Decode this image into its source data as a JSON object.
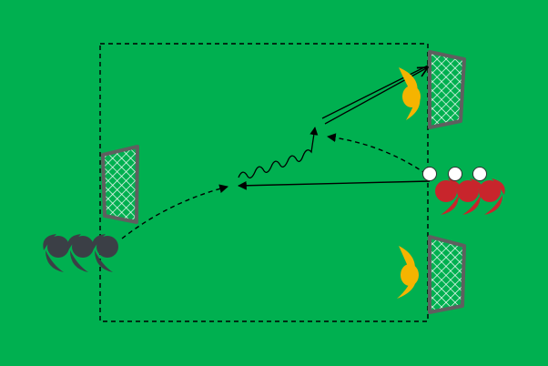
{
  "colors": {
    "pitch": "#00b050",
    "line": "#000000",
    "goal_frame": "#5f5f5f",
    "goal_net": "#ffffff",
    "team_dark": "#3b3f46",
    "team_red": "#c8252c",
    "goalkeeper": "#f5b400",
    "ball": "#ffffff"
  },
  "diagram": {
    "type": "soccer drill",
    "goals": [
      {
        "name": "goal-top-right"
      },
      {
        "name": "goal-bottom-right"
      },
      {
        "name": "goal-left"
      }
    ],
    "players": [
      {
        "team": "dark",
        "count": 3,
        "icon": "player-icon"
      },
      {
        "team": "red",
        "count": 3,
        "icon": "player-icon",
        "with_ball": true
      },
      {
        "team": "goalkeeper",
        "count": 2,
        "icon": "goalkeeper-icon"
      }
    ],
    "arrows": [
      {
        "name": "pass-arrow",
        "style": "solid"
      },
      {
        "name": "run-arrow",
        "style": "dashed"
      },
      {
        "name": "dribble-arrow",
        "style": "wavy"
      },
      {
        "name": "shot-arrow",
        "style": "double-line"
      },
      {
        "name": "run-arrow-red",
        "style": "dashed"
      }
    ]
  }
}
